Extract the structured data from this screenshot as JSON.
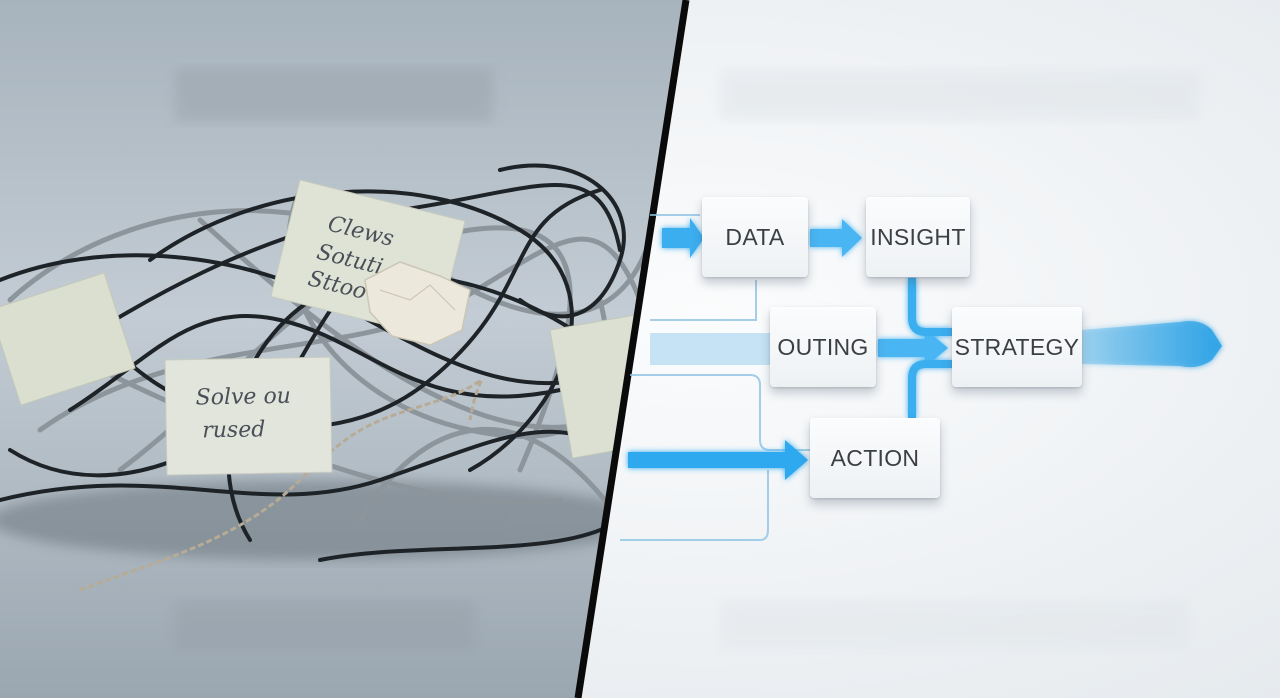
{
  "left_panel": {
    "sticky_notes": [
      {
        "text": "Clews"
      },
      {
        "text": "Sotuti"
      },
      {
        "text": "Sttoo"
      },
      {
        "text": "Solve ou"
      },
      {
        "text": "rused"
      }
    ]
  },
  "right_panel": {
    "nodes": [
      {
        "label": "DATA"
      },
      {
        "label": "INSIGHT"
      },
      {
        "label": "OUTING"
      },
      {
        "label": "STRATEGY"
      },
      {
        "label": "ACTION"
      }
    ]
  },
  "colors": {
    "left_background": "#b9c3cc",
    "right_background": "#f2f4f6",
    "divider": "#0a0a0a",
    "flow_accent": "#2ea8ee",
    "cable_dark": "#1e2328",
    "cable_grey": "#8d959c"
  }
}
